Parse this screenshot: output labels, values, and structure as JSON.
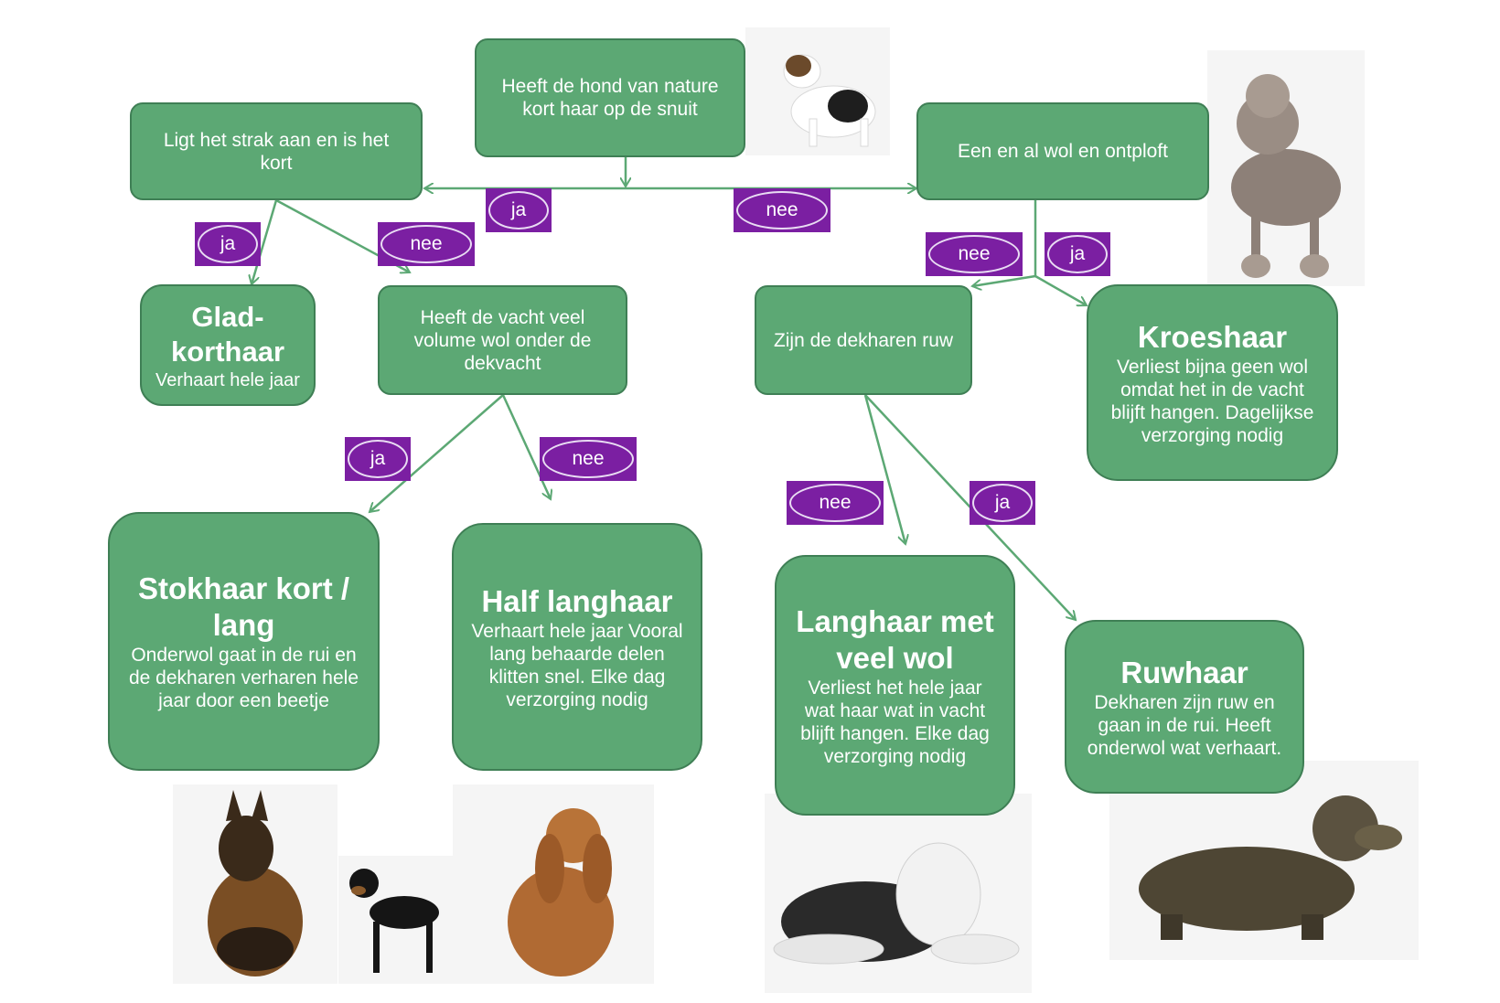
{
  "colors": {
    "box_fill": "#5ca874",
    "box_border": "#3f7f55",
    "label_fill": "#7b1fa2",
    "connector": "#5ca874"
  },
  "questions": {
    "root": "Heeft de hond van nature kort haar op de snuit",
    "smooth": "Ligt het strak aan en is het kort",
    "wool": "Een en al wol en ontploft",
    "volume": "Heeft de vacht veel volume wol onder de dekvacht",
    "rough": "Zijn de dekharen ruw"
  },
  "leaves": {
    "gladkorthaar": {
      "title": "Glad- korthaar",
      "desc": "Verhaart hele jaar"
    },
    "kroeshaar": {
      "title": "Kroeshaar",
      "desc": "Verliest bijna geen wol omdat het in de vacht blijft hangen. Dagelijkse verzorging nodig"
    },
    "stokhaar": {
      "title": "Stokhaar kort / lang",
      "desc": "Onderwol gaat in de rui en de dekharen verharen hele jaar door een beetje"
    },
    "halflanghaar": {
      "title": "Half langhaar",
      "desc": "Verhaart hele jaar Vooral lang behaarde delen klitten snel. Elke dag verzorging nodig"
    },
    "langhaar": {
      "title": "Langhaar met veel wol",
      "desc": "Verliest het hele jaar wat haar wat in vacht blijft hangen. Elke dag verzorging nodig"
    },
    "ruwhaar": {
      "title": "Ruwhaar",
      "desc": "Dekharen zijn ruw en gaan in de rui. Heeft onderwol wat verhaart."
    }
  },
  "labels": {
    "root_ja": "ja",
    "root_nee": "nee",
    "smooth_ja": "ja",
    "smooth_nee": "nee",
    "wool_nee": "nee",
    "wool_ja": "ja",
    "volume_ja": "ja",
    "volume_nee": "nee",
    "rough_nee": "nee",
    "rough_ja": "ja"
  }
}
